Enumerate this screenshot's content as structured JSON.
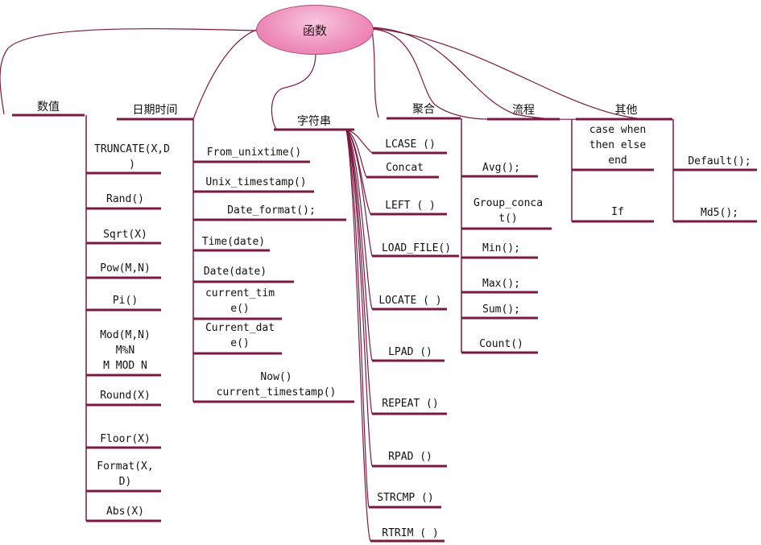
{
  "root": {
    "label": "函数"
  },
  "branches": [
    {
      "label": "数值",
      "items": [
        "TRUNCATE(X,D\n)",
        "Rand()",
        "Sqrt(X)",
        "Pow(M,N)",
        "Pi()",
        "Mod(M,N)\nM%N\nM MOD N",
        "Round(X)",
        "Floor(X)",
        "Format(X,\nD)",
        "Abs(X)"
      ]
    },
    {
      "label": "日期时间",
      "items": [
        "From_unixtime()",
        "Unix_timestamp()",
        "Date_format();",
        "Time(date)",
        "Date(date)",
        "current_tim\ne()",
        "Current_dat\ne()",
        "Now()\ncurrent_timestamp()"
      ]
    },
    {
      "label": "字符串",
      "items": [
        "LCASE ()",
        "Concat",
        "LEFT ( )",
        "LOAD_FILE()",
        "LOCATE ( )",
        "LPAD ()",
        "REPEAT ()",
        "RPAD ()",
        "STRCMP ()",
        "RTRIM ( )"
      ]
    },
    {
      "label": "聚合",
      "items": [
        "Avg();",
        "Group_conca\nt()",
        "Min();",
        "Max();",
        "Sum();",
        "Count()"
      ]
    },
    {
      "label": "流程",
      "items": [
        "case when\nthen else\nend",
        "If"
      ]
    },
    {
      "label": "其他",
      "items": [
        "Default();",
        "Md5();"
      ]
    }
  ],
  "colors": {
    "line": "#7a1a40",
    "node_fill": "#ee8cba",
    "node_border": "#b34a7c"
  }
}
